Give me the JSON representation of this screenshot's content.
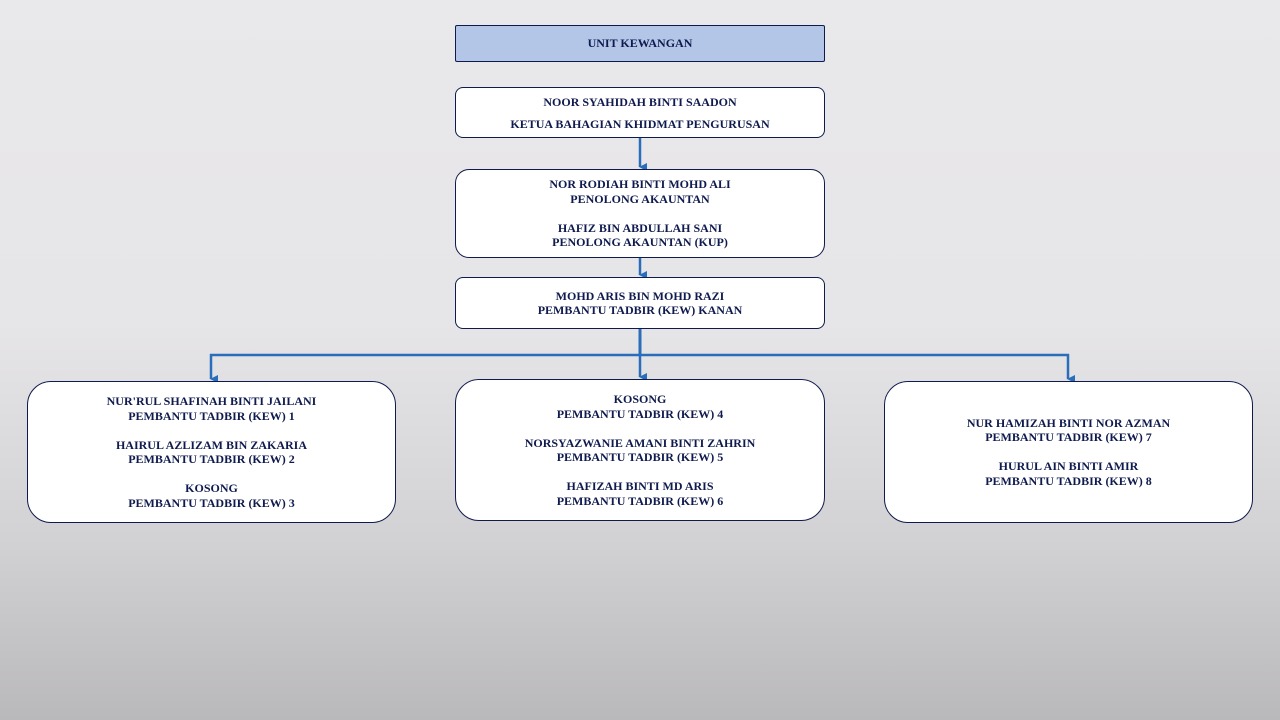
{
  "diagram": {
    "title": "UNIT KEWANGAN",
    "head": {
      "name": "NOOR SYAHIDAH BINTI SAADON",
      "role": "KETUA BAHAGIAN KHIDMAT PENGURUSAN"
    },
    "accountants": [
      {
        "name": "NOR RODIAH BINTI MOHD ALI",
        "role": "PENOLONG AKAUNTAN"
      },
      {
        "name": "HAFIZ BIN ABDULLAH SANI",
        "role": "PENOLONG AKAUNTAN (KUP)"
      }
    ],
    "senior_assistant": {
      "name": "MOHD ARIS BIN MOHD RAZI",
      "role": "PEMBANTU TADBIR (KEW) KANAN"
    },
    "groups": [
      [
        {
          "name": "NUR'RUL SHAFINAH BINTI JAILANI",
          "role": "PEMBANTU TADBIR (KEW) 1"
        },
        {
          "name": "HAIRUL AZLIZAM BIN ZAKARIA",
          "role": "PEMBANTU TADBIR (KEW) 2"
        },
        {
          "name": "KOSONG",
          "role": "PEMBANTU TADBIR (KEW) 3"
        }
      ],
      [
        {
          "name": "KOSONG",
          "role": "PEMBANTU TADBIR (KEW) 4"
        },
        {
          "name": "NORSYAZWANIE AMANI BINTI ZAHRIN",
          "role": "PEMBANTU TADBIR (KEW) 5"
        },
        {
          "name": "HAFIZAH BINTI MD ARIS",
          "role": "PEMBANTU TADBIR (KEW) 6"
        }
      ],
      [
        {
          "name": "NUR HAMIZAH BINTI NOR AZMAN",
          "role": "PEMBANTU TADBIR (KEW) 7"
        },
        {
          "name": "HURUL AIN BINTI AMIR",
          "role": "PEMBANTU TADBIR (KEW) 8"
        }
      ]
    ]
  },
  "colors": {
    "connector": "#2a6ebb",
    "title_fill": "#b4c6e7",
    "border": "#0f1a4e",
    "text": "#0f1a4e"
  }
}
